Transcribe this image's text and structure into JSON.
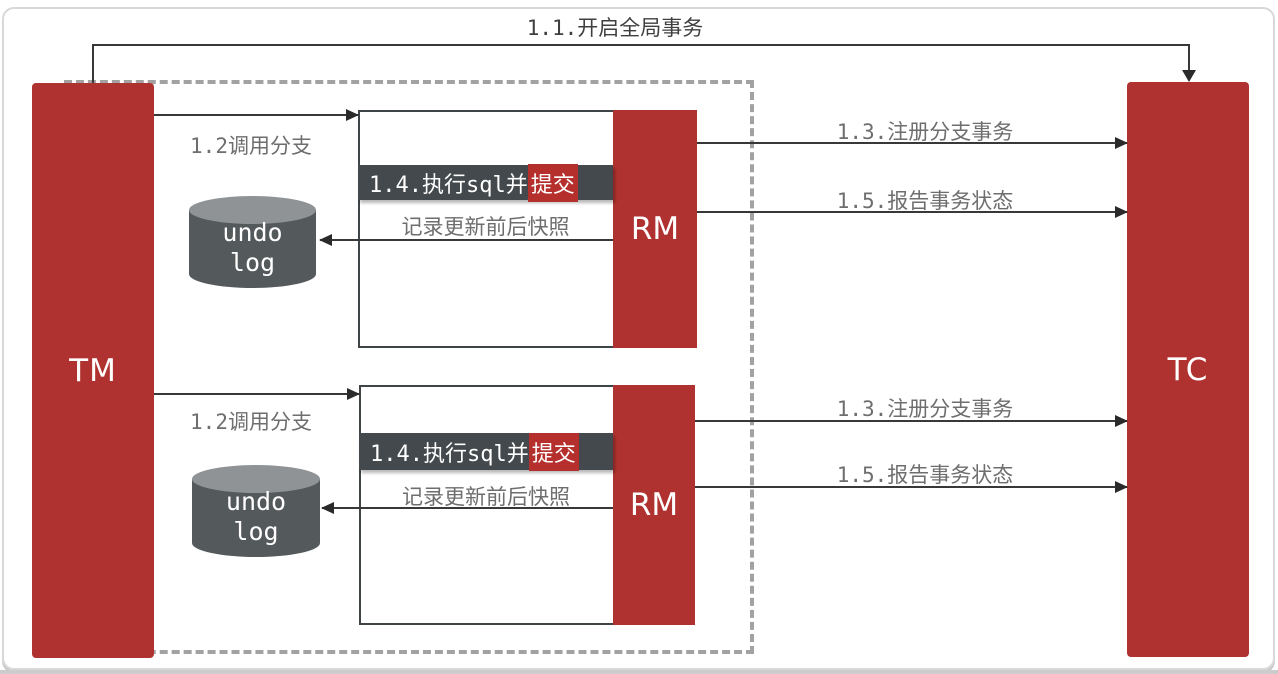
{
  "diagram": {
    "global_transaction_label": "1.1.开启全局事务",
    "tm_label": "TM",
    "tc_label": "TC",
    "branches": [
      {
        "rm_label": "RM",
        "call_label": "1.2调用分支",
        "exec_prefix": "1.4.执行sql并",
        "exec_highlight": "提交",
        "snapshot_label": "记录更新前后快照",
        "register_label": "1.3.注册分支事务",
        "report_label": "1.5.报告事务状态",
        "undo_log_line1": "undo",
        "undo_log_line2": "log"
      },
      {
        "rm_label": "RM",
        "call_label": "1.2调用分支",
        "exec_prefix": "1.4.执行sql并",
        "exec_highlight": "提交",
        "snapshot_label": "记录更新前后快照",
        "register_label": "1.3.注册分支事务",
        "report_label": "1.5.报告事务状态",
        "undo_log_line1": "undo",
        "undo_log_line2": "log"
      }
    ],
    "colors": {
      "node_red": "#af3230",
      "highlight_red": "#b5302d",
      "exec_bar_dark": "#43494c",
      "cylinder_body": "#54595b",
      "cylinder_top": "#8f9395",
      "label_gray": "#6e6e6e",
      "label_dark": "#3f3f3f",
      "arrow_line": "#333333",
      "dashed_border": "#a2a2a2"
    }
  }
}
